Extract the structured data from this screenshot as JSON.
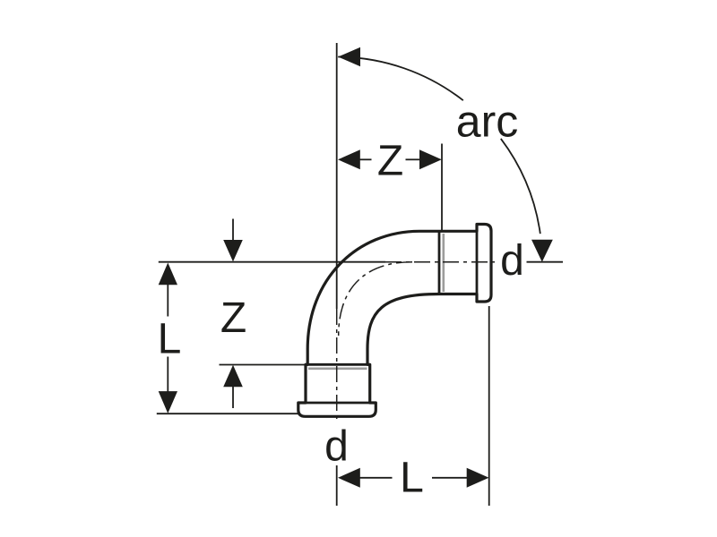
{
  "diagram": {
    "type": "technical-dimension-drawing",
    "subject": "90-degree elbow press fitting with two sockets",
    "labels": {
      "arc": "arc",
      "z_horizontal": "Z",
      "z_vertical": "Z",
      "l_vertical": "L",
      "l_horizontal": "L",
      "d_right": "d",
      "d_bottom": "d"
    },
    "colors": {
      "line": "#1d1d1b",
      "gray": "#9d9d9c",
      "background": "#ffffff"
    }
  }
}
